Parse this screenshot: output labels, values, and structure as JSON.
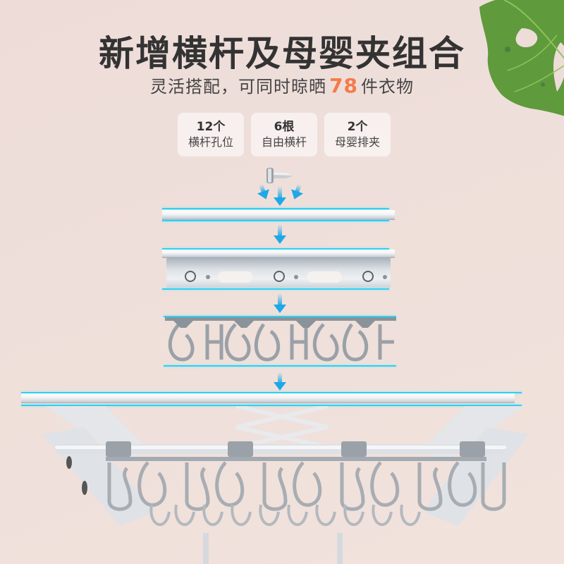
{
  "header": {
    "title": "新增横杆及母婴夹组合",
    "subtitle_prefix": "灵活搭配，可同时晾晒",
    "subtitle_highlight": "78",
    "subtitle_suffix": "件衣物",
    "highlight_color": "#f47b4a"
  },
  "features": [
    {
      "count": "12个",
      "label": "横杆孔位"
    },
    {
      "count": "6根",
      "label": "自由横杆"
    },
    {
      "count": "2个",
      "label": "母婴排夹"
    }
  ],
  "illustration": {
    "steps": [
      "screw",
      "crossbar-rod",
      "perforated-bar",
      "baby-clip-rack",
      "full-drying-rack"
    ],
    "accent_color": "#2fd0f0",
    "arrow_color": "#1da8e8"
  },
  "decoration": {
    "leaf": "monstera-leaf"
  }
}
